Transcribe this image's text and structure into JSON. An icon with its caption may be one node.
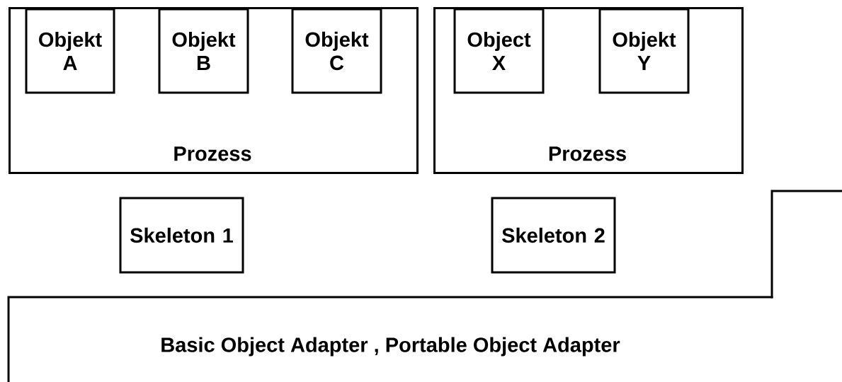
{
  "diagram": {
    "nodes": [
      {
        "text": [
          "Prozess"
        ]
      },
      {
        "text": [
          "Objekt A"
        ],
        "in": 0
      },
      {
        "text": [
          "Objekt B"
        ],
        "in": 0
      },
      {
        "text": [
          "Objekt C"
        ],
        "in": 0
      },
      {
        "text": [
          "Prozess"
        ]
      },
      {
        "text": [
          "Object X"
        ],
        "in": 4
      },
      {
        "text": [
          "Objekt Y"
        ],
        "in": 4
      },
      {
        "text": [
          "Skeleton 1"
        ]
      },
      {
        "text": [
          "Skeleton 2"
        ]
      },
      {
        "text": [
          "Basic Object Adapter , Portable Object Adapter"
        ]
      }
    ]
  }
}
